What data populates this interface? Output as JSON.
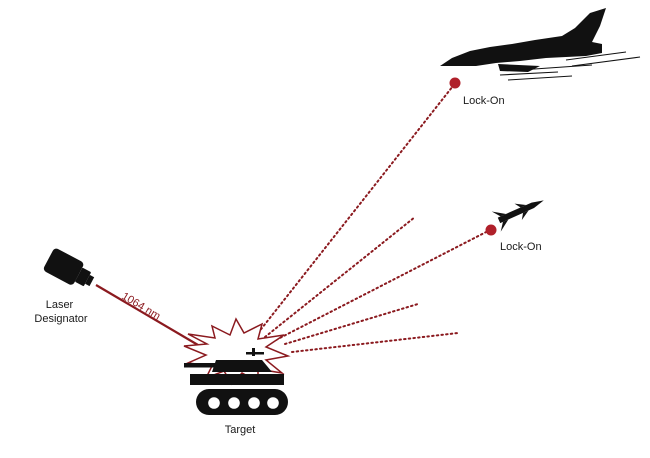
{
  "labels": {
    "laser_line1": "Laser",
    "laser_line2": "Designator",
    "wavelength": "1064 nm",
    "target": "Target",
    "lock_on_jet": "Lock-On",
    "lock_on_missile": "Lock-On"
  },
  "colors": {
    "beam": "#8b1a1f",
    "dot": "#b0202a",
    "ink": "#111111",
    "burst_stroke": "#8b1a1f"
  },
  "icons": {
    "designator": "laser-designator-icon",
    "tank": "tank-icon",
    "jet": "fighter-jet-icon",
    "missile": "missile-icon",
    "burst": "impact-burst-icon"
  }
}
